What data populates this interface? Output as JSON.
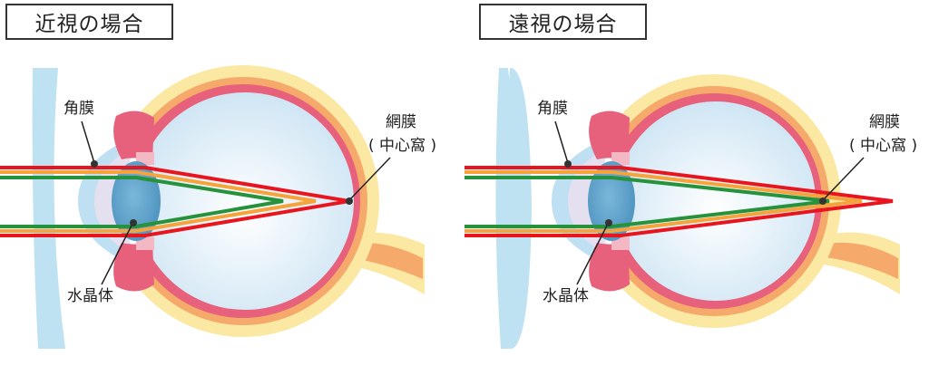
{
  "panels": [
    {
      "title": "近視の場合",
      "labels": {
        "cornea": "角膜",
        "lens": "水晶体",
        "retina_line1": "網膜",
        "retina_line2": "( 中心窩 )"
      },
      "focus": "in-front-of-retina"
    },
    {
      "title": "遠視の場合",
      "labels": {
        "cornea": "角膜",
        "lens": "水晶体",
        "retina_line1": "網膜",
        "retina_line2": "( 中心窩 )"
      },
      "focus": "behind-retina"
    }
  ],
  "colors": {
    "sclera": "#fbe8a2",
    "choroid": "#f5a96a",
    "retina": "#e8617c",
    "vitreous": "#d9ecf7",
    "lens": "#5fa3cc",
    "cornea": "#bfe0f2",
    "external_lens": "#bfe2f2",
    "ray_red": "#e8141e",
    "ray_orange": "#f5a33a",
    "ray_green": "#27923c"
  }
}
